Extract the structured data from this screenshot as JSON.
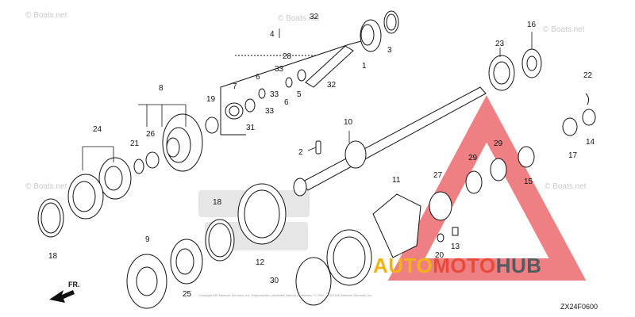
{
  "watermarks": [
    "© Boats.net",
    "© Boats.net",
    "© Boats.net",
    "© Boats.net",
    "© Boats.net"
  ],
  "diagram_code": "ZX24F0600",
  "direction_label": "FR.",
  "copyright_note": "Copyright ARI Network Services, Inc. Reproduction prohibited without permission. © 2004 - 2019 ARI Network Services, Inc.",
  "logo": {
    "part1": "AUTO",
    "part2": "MOTO",
    "part3": "HUB"
  },
  "colors": {
    "logo_yellow": "#f2b21a",
    "logo_red": "#e84a3a",
    "logo_gray": "#555b61",
    "triangle_red": "#e8565a"
  },
  "callouts": [
    "32",
    "4",
    "1",
    "3",
    "16",
    "28",
    "6",
    "33",
    "5",
    "7",
    "33",
    "23",
    "19",
    "31",
    "33",
    "6",
    "32",
    "8",
    "22",
    "26",
    "24",
    "21",
    "10",
    "29",
    "29",
    "2",
    "17",
    "14",
    "11",
    "27",
    "15",
    "18",
    "9",
    "12",
    "30",
    "13",
    "20",
    "18",
    "25"
  ]
}
